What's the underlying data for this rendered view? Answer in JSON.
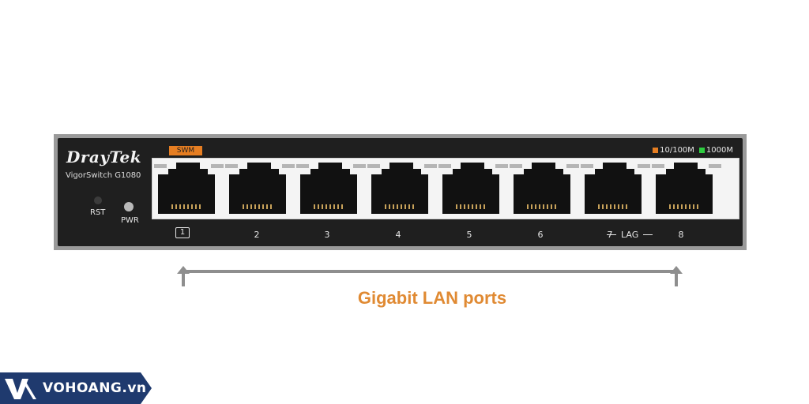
{
  "device": {
    "brand": "DrayTek",
    "model": "VigorSwitch G1080",
    "rst_label": "RST",
    "pwr_label": "PWR",
    "swm_label": "SWM",
    "legend": [
      {
        "label": "10/100M",
        "color": "#e67e22"
      },
      {
        "label": "1000M",
        "color": "#2ecc40"
      }
    ],
    "ports": [
      "1",
      "2",
      "3",
      "4",
      "5",
      "6",
      "7",
      "8"
    ],
    "lag_label": "LAG"
  },
  "caption": "Gigabit LAN ports",
  "watermark": {
    "text": "VOHOANG.vn",
    "color": "#1f3a6e"
  }
}
